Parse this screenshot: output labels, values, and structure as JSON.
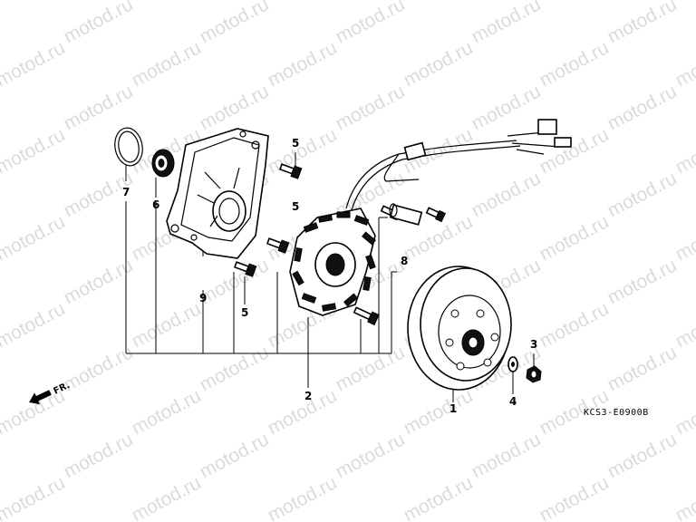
{
  "diagram": {
    "watermark": "motod.ru",
    "code": "KCS3-E0900B",
    "direction_label": "FR.",
    "callouts": [
      {
        "id": "1",
        "part": "flywheel"
      },
      {
        "id": "2",
        "part": "stator"
      },
      {
        "id": "3",
        "part": "nut"
      },
      {
        "id": "4",
        "part": "washer"
      },
      {
        "id": "5",
        "part": "bolt"
      },
      {
        "id": "6",
        "part": "oil-seal"
      },
      {
        "id": "7",
        "part": "o-ring"
      },
      {
        "id": "8",
        "part": "pulse-generator"
      },
      {
        "id": "9",
        "part": "generator-cover"
      }
    ]
  }
}
